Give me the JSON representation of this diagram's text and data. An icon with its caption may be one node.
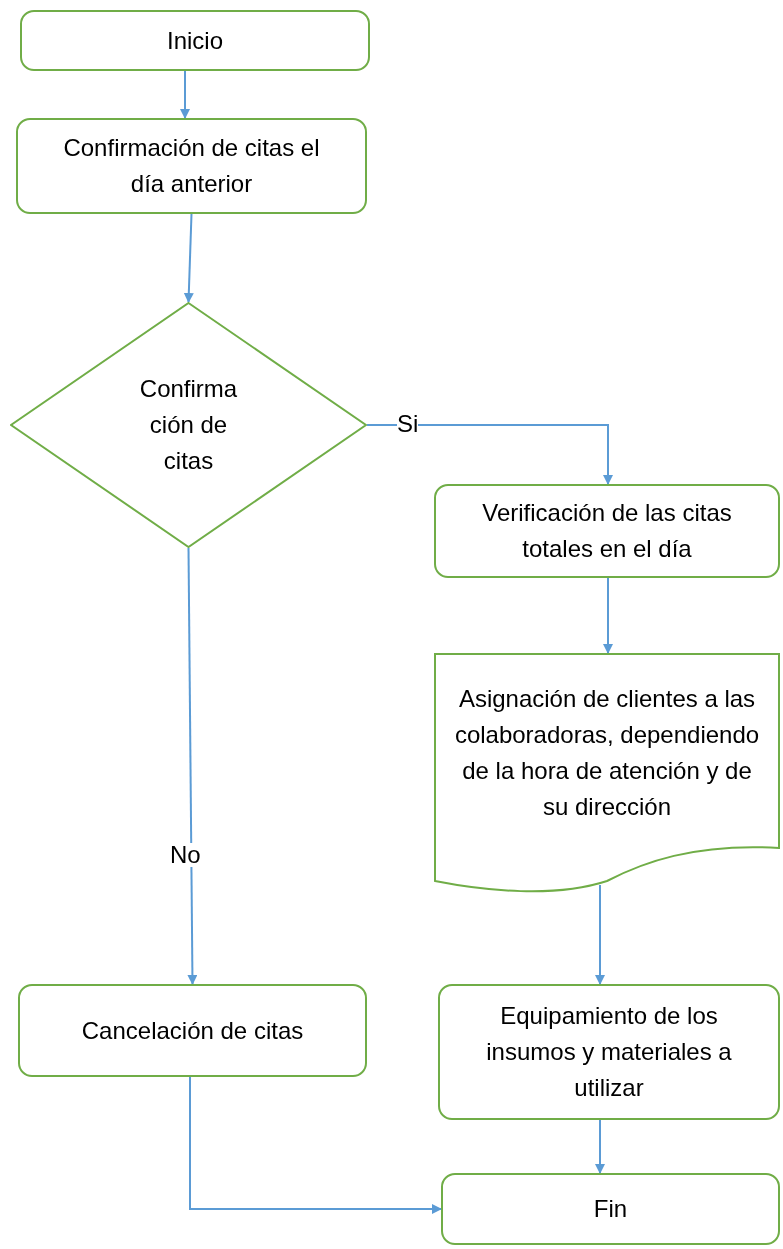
{
  "diagram": {
    "nodes": [
      {
        "text": [
          "Inicio"
        ]
      },
      {
        "text": [
          "Confirmación de citas el día anterior"
        ]
      },
      {
        "text": [
          "Confirma ción de citas"
        ]
      },
      {
        "text": [
          "Verificación de las citas totales en el día"
        ]
      },
      {
        "text": [
          "Asignación de clientes a las colaboradoras, dependiendo de la hora de atención y de su dirección"
        ]
      },
      {
        "text": [
          "Cancelación de citas"
        ]
      },
      {
        "text": [
          "Equipamiento de los insumos y materiales a utilizar"
        ]
      },
      {
        "text": [
          "Fin"
        ]
      }
    ],
    "edges": [
      {
        "from": 0,
        "to": 1,
        "arrow": "to"
      },
      {
        "from": 1,
        "to": 2,
        "arrow": "to"
      },
      {
        "from": 2,
        "to": 3,
        "arrow": "to",
        "label": "Si"
      },
      {
        "from": 3,
        "to": 4,
        "arrow": "to"
      },
      {
        "from": 2,
        "to": 5,
        "arrow": "to",
        "label": "No"
      },
      {
        "from": 4,
        "to": 6,
        "arrow": "to"
      },
      {
        "from": 6,
        "to": 7,
        "arrow": "to"
      },
      {
        "from": 5,
        "to": 7,
        "arrow": "to"
      }
    ]
  }
}
